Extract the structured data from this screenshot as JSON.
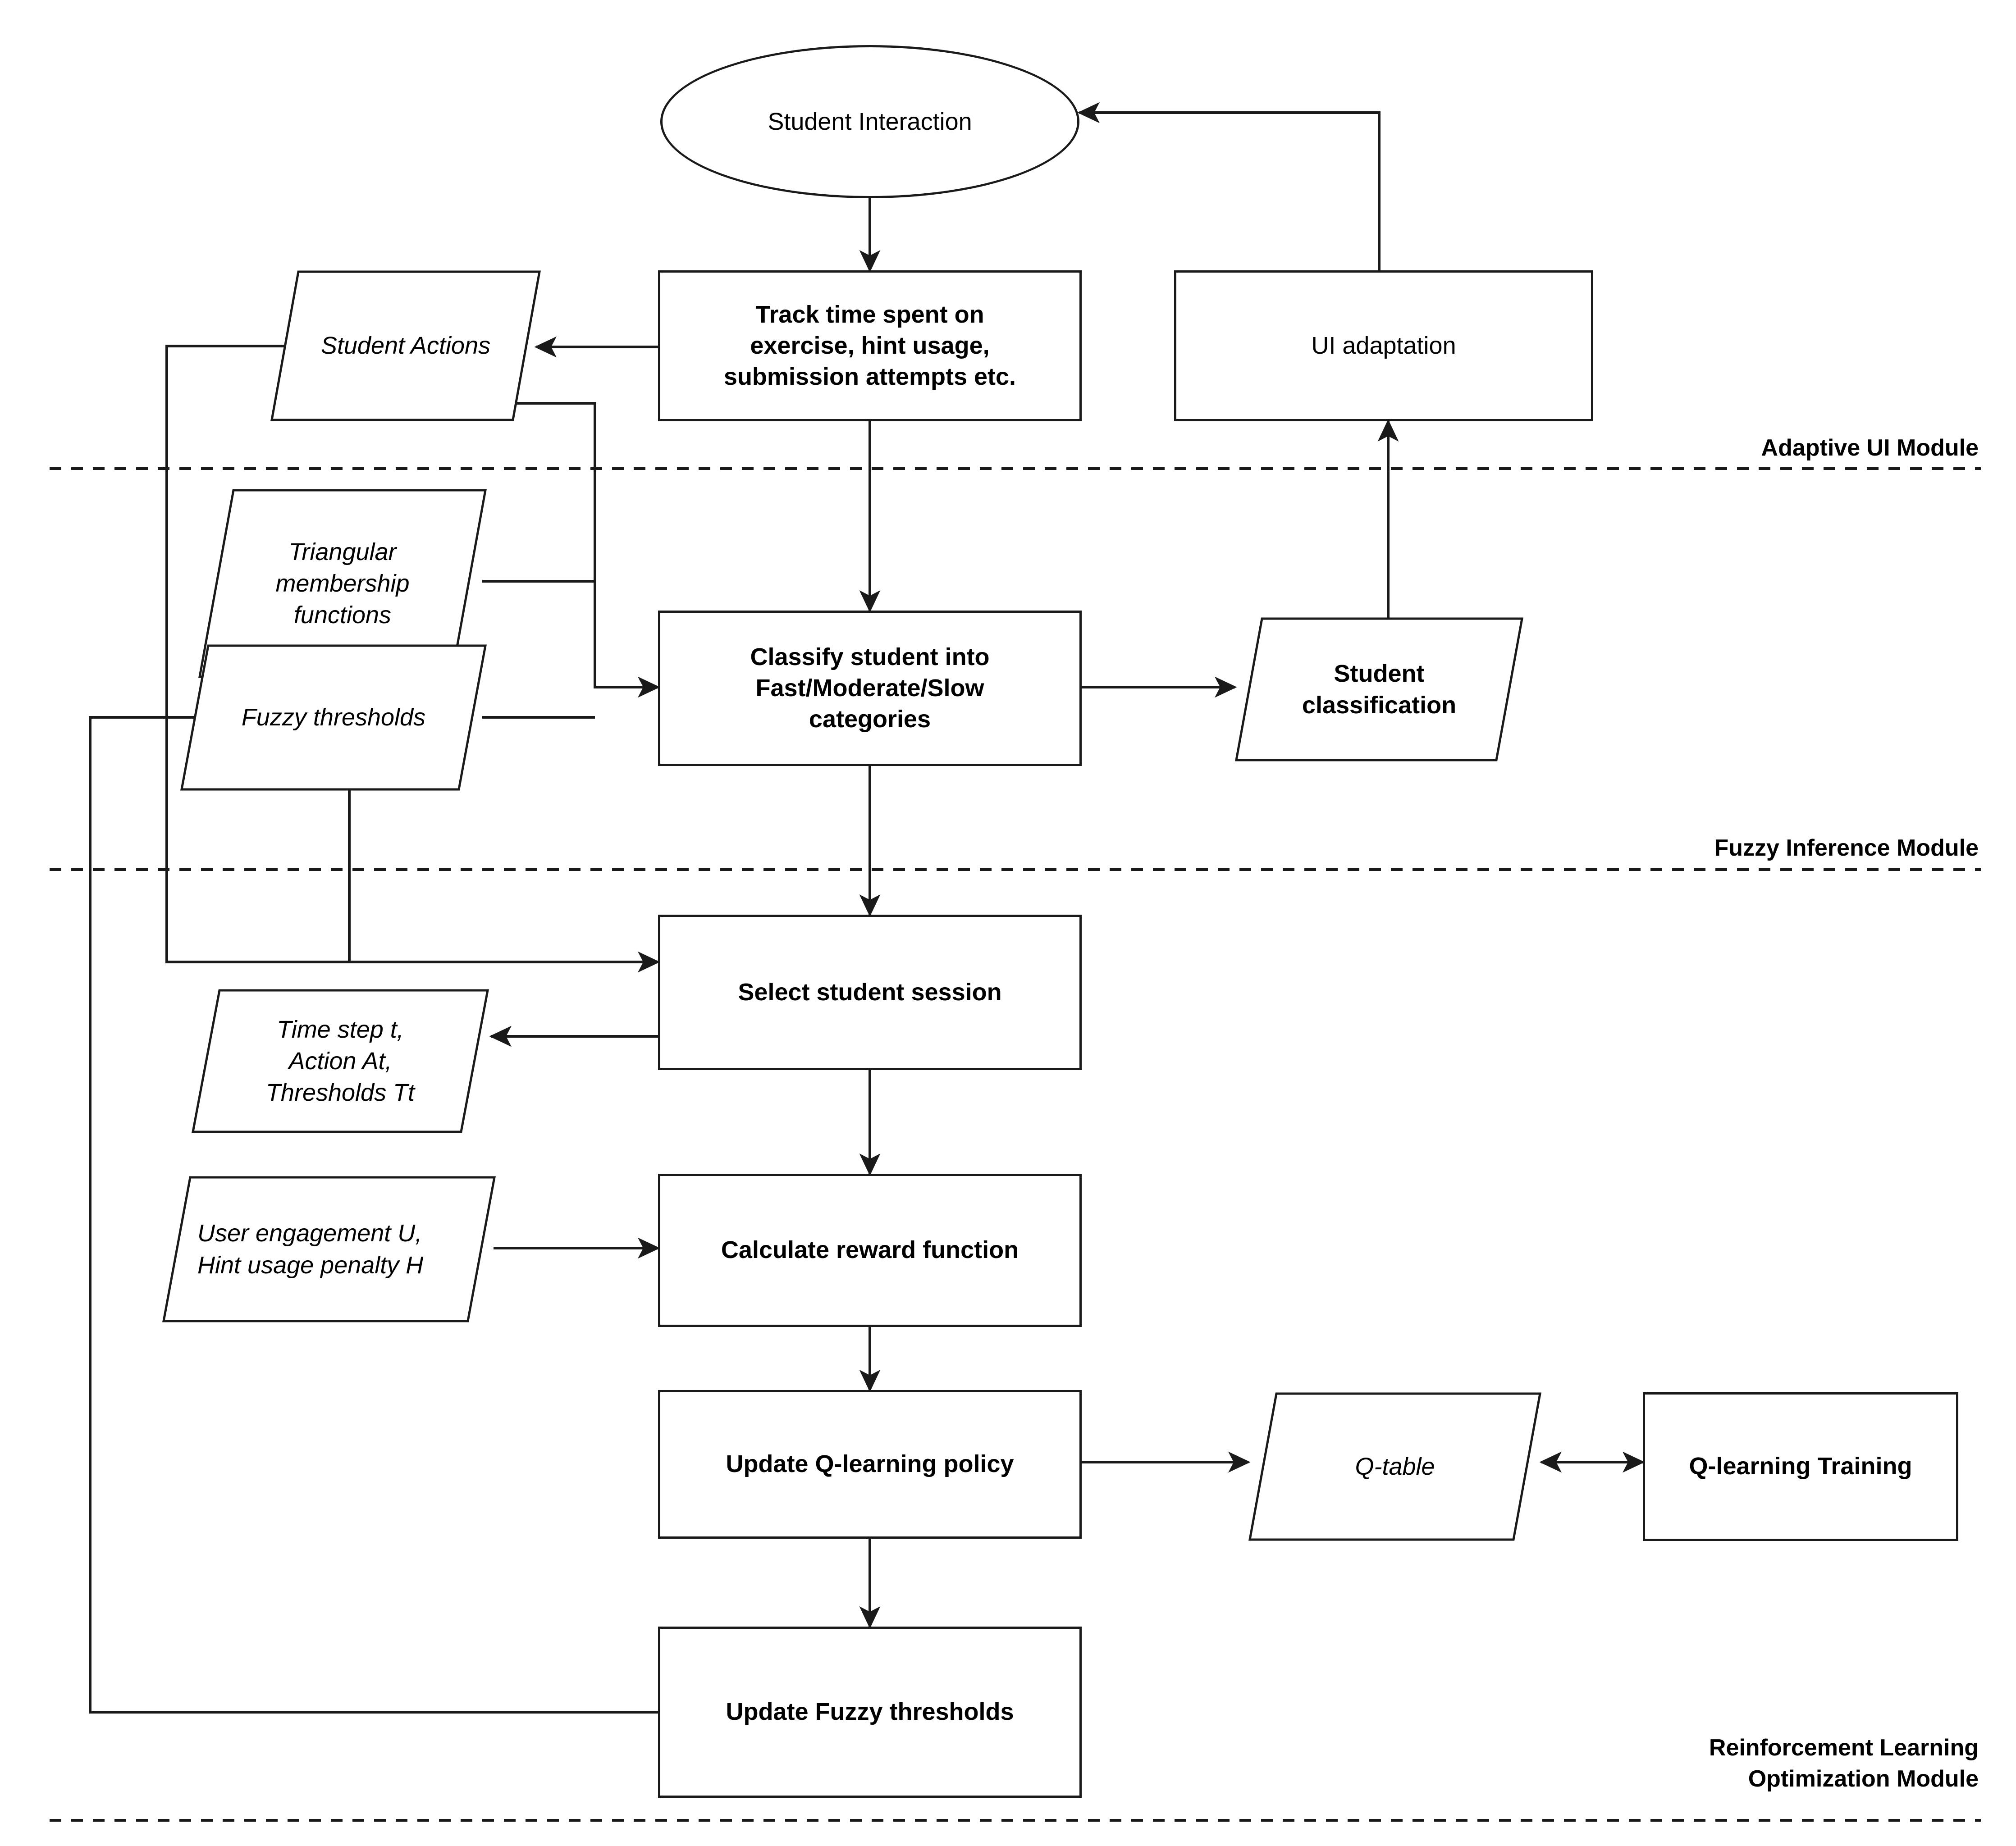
{
  "diagram": {
    "title": "Adaptive learning system flowchart",
    "stroke_color": "#1a1a1a",
    "background": "#ffffff"
  },
  "nodes": {
    "student_interaction": {
      "label": "Student Interaction",
      "shape": "ellipse"
    },
    "track_time": {
      "label": "Track time spent on exercise, hint usage, submission attempts etc.",
      "shape": "process"
    },
    "ui_adaptation": {
      "label": "UI adaptation",
      "shape": "process"
    },
    "student_actions": {
      "label": "Student Actions",
      "shape": "data"
    },
    "triangular_membership": {
      "label": "Triangular membership functions",
      "shape": "data"
    },
    "fuzzy_thresholds": {
      "label": "Fuzzy thresholds",
      "shape": "data"
    },
    "classify_student": {
      "label": "Classify student into Fast/Moderate/Slow categories",
      "shape": "process"
    },
    "student_classification": {
      "label": "Student classification",
      "shape": "data"
    },
    "select_session": {
      "label": "Select student session",
      "shape": "process"
    },
    "time_step": {
      "label": "Time step t, Action At, Thresholds Tt",
      "shape": "data"
    },
    "user_engagement": {
      "label": "User engagement U, Hint usage penalty H",
      "shape": "data"
    },
    "calculate_reward": {
      "label": "Calculate reward function",
      "shape": "process"
    },
    "update_q_policy": {
      "label": "Update Q-learning policy",
      "shape": "process"
    },
    "q_table": {
      "label": "Q-table",
      "shape": "data"
    },
    "q_learning_training": {
      "label": "Q-learning Training",
      "shape": "process"
    },
    "update_fuzzy_thresholds": {
      "label": "Update Fuzzy thresholds",
      "shape": "process"
    }
  },
  "node_lines": {
    "track_time": [
      "Track time spent on",
      "exercise, hint usage,",
      "submission attempts etc."
    ],
    "classify_student": [
      "Classify student into",
      "Fast/Moderate/Slow",
      "categories"
    ],
    "triangular_membership": [
      "Triangular",
      "membership",
      "functions"
    ],
    "student_classification": [
      "Student",
      "classification"
    ],
    "time_step": [
      "Time step t,",
      "Action At,",
      "Thresholds Tt"
    ],
    "user_engagement": [
      "User engagement U,",
      "Hint usage penalty H"
    ]
  },
  "module_labels": {
    "adaptive_ui": "Adaptive UI Module",
    "fuzzy_inference": "Fuzzy Inference Module",
    "reinforcement_learning_line1": "Reinforcement Learning",
    "reinforcement_learning_line2": "Optimization Module"
  }
}
